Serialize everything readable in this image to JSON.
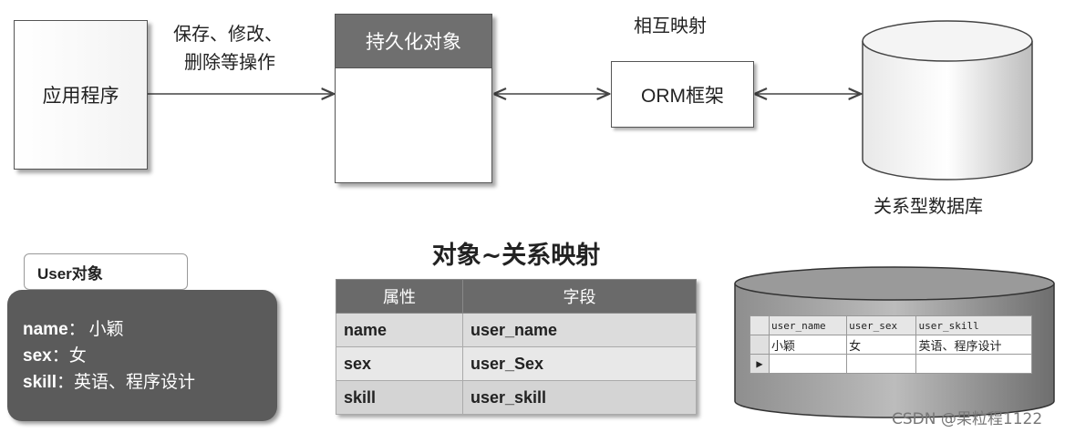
{
  "top": {
    "app_label": "应用程序",
    "action_line1": "保存、修改、",
    "action_line2": "删除等操作",
    "persist_label": "持久化对象",
    "mutual_map_label": "相互映射",
    "orm_label": "ORM框架",
    "db_label": "关系型数据库"
  },
  "bottom": {
    "title": "对象~关系映射",
    "user_object": {
      "tag": "User对象",
      "fields": [
        {
          "key": "name",
          "sep": "：",
          "value": "小颖"
        },
        {
          "key": "sex",
          "sep": "：",
          "value": "女"
        },
        {
          "key": "skill",
          "sep": "：",
          "value": "英语、程序设计"
        }
      ]
    },
    "mapping_table": {
      "headers": [
        "属性",
        "字段"
      ],
      "rows": [
        [
          "name",
          "user_name"
        ],
        [
          "sex",
          "user_Sex"
        ],
        [
          "skill",
          "user_skill"
        ]
      ]
    },
    "db_table": {
      "headers": [
        "user_name",
        "user_sex",
        "user_skill"
      ],
      "rows": [
        [
          "小颖",
          "女",
          "英语、程序设计"
        ],
        [
          "",
          "",
          ""
        ]
      ],
      "row_marker": "▶"
    }
  },
  "watermark": "CSDN @果粒程1122",
  "colors": {
    "header_gray": "#6f6f6f",
    "card_dark": "#5b5b5b",
    "line": "#555555"
  }
}
